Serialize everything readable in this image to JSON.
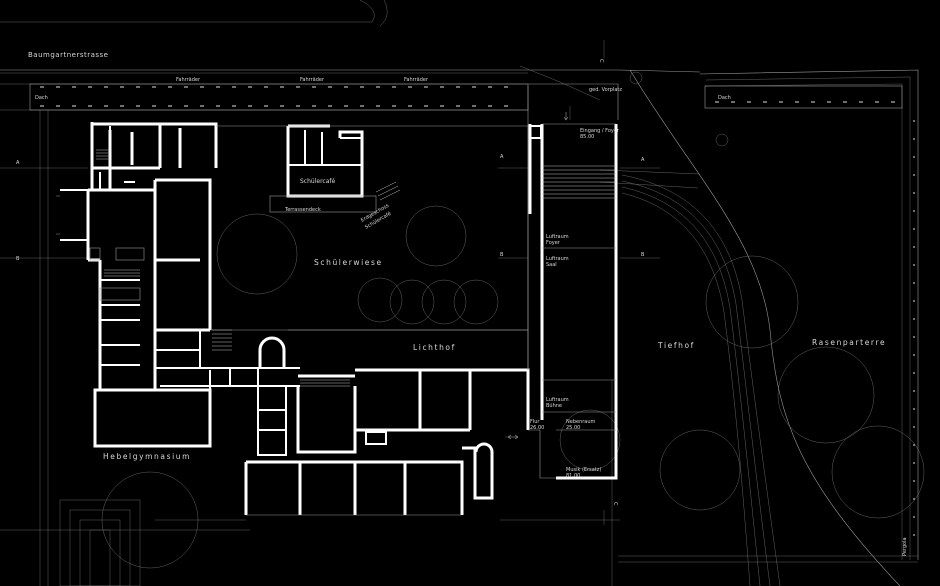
{
  "plan": {
    "streets": {
      "street_name": "Baumgartnerstrasse"
    },
    "roofs": {
      "left": "Dach",
      "right": "Dach"
    },
    "bike_parking": [
      "Fahrräder",
      "Fahrräder",
      "Fahrräder"
    ],
    "sections": {
      "a_left": "A",
      "a_mid": "A",
      "a_right": "A",
      "b_left": "B",
      "b_mid": "B",
      "b_right": "B",
      "c_top": "C",
      "c_bottom": "C"
    },
    "rooms": {
      "forecourt": "ged. Vorplatz",
      "entrance_line1": "Eingang / Foyer",
      "entrance_line2": "85.00",
      "cafe": "Schülercafé",
      "terrace": "Terrassendeck",
      "cafe_ground_line1": "Erdgeschoss",
      "cafe_ground_line2": "Schülercafé",
      "lawn": "Schülerwiese",
      "void_foyer_line1": "Luftraum",
      "void_foyer_line2": "Foyer",
      "void_hall_line1": "Luftraum",
      "void_hall_line2": "Saal",
      "light_court": "Lichthof",
      "sunken_court": "Tiefhof",
      "lawn_parterre": "Rasenparterre",
      "void_stage_line1": "Luftraum",
      "void_stage_line2": "Bühne",
      "corridor_line1": "Flur",
      "corridor_line2": "26.00",
      "side_room_line1": "Nebenraum",
      "side_room_line2": "25.00",
      "music_line1": "Musik (Ersatz)",
      "music_line2": "81.00",
      "school": "Hebelgymnasium",
      "pergola": "Pergola"
    }
  }
}
